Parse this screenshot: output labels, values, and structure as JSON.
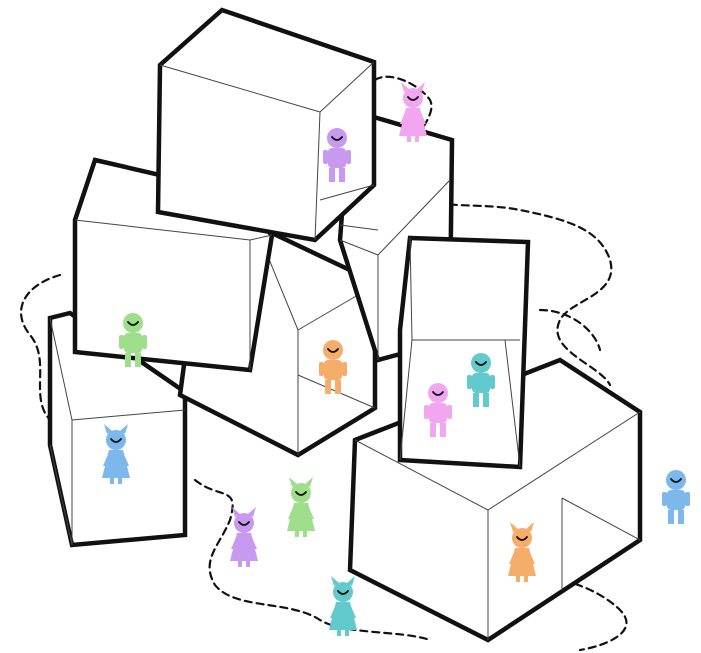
{
  "colors": {
    "purple": "#c79af0",
    "pink": "#f2a6ef",
    "green": "#9fde8a",
    "orange": "#f7ad6a",
    "teal": "#62c9cc",
    "blue": "#7cb8ec",
    "outline": "#111111",
    "background": "#ffffff"
  },
  "figures": [
    {
      "name": "figure-purple-boy",
      "kind": "boy",
      "color": "purple"
    },
    {
      "name": "figure-pink-girl",
      "kind": "girl",
      "color": "pink"
    },
    {
      "name": "figure-green-boy",
      "kind": "boy",
      "color": "green"
    },
    {
      "name": "figure-orange-boy",
      "kind": "boy",
      "color": "orange"
    },
    {
      "name": "figure-teal-boy",
      "kind": "boy",
      "color": "teal"
    },
    {
      "name": "figure-pink-boy",
      "kind": "boy",
      "color": "pink"
    },
    {
      "name": "figure-blue-girl",
      "kind": "girl",
      "color": "blue"
    },
    {
      "name": "figure-green-girl",
      "kind": "girl",
      "color": "green"
    },
    {
      "name": "figure-purple-girl",
      "kind": "girl",
      "color": "purple"
    },
    {
      "name": "figure-blue-boy",
      "kind": "boy",
      "color": "blue"
    },
    {
      "name": "figure-orange-girl",
      "kind": "girl",
      "color": "orange"
    },
    {
      "name": "figure-teal-girl",
      "kind": "girl",
      "color": "teal"
    }
  ]
}
